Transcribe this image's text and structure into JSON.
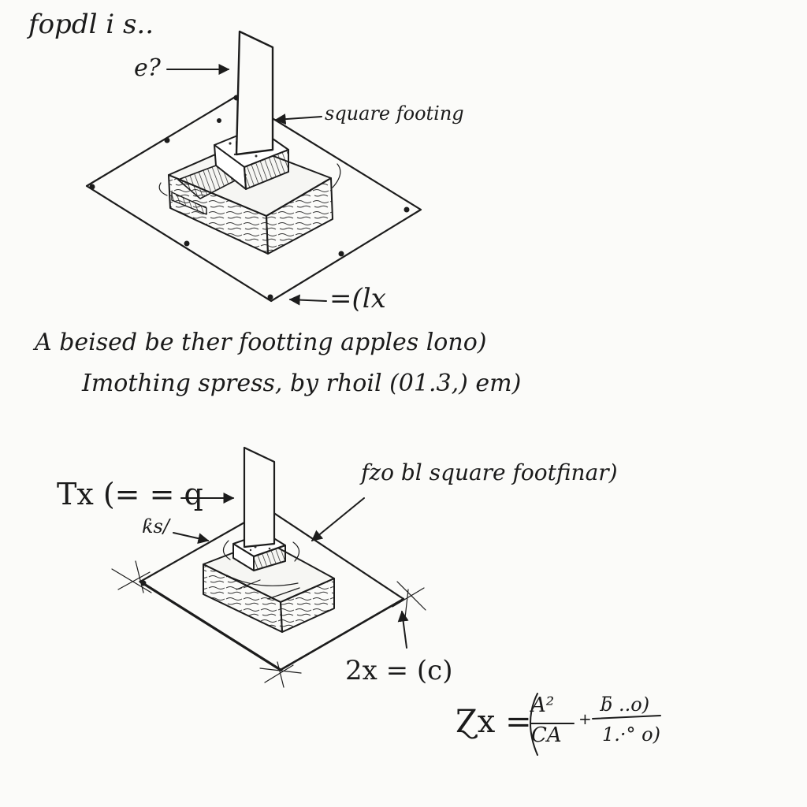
{
  "top_left_note": "fopdl i s..",
  "figure_1": {
    "column_label": "e?",
    "footing_label": "square footing",
    "dimension_label": "=(lx"
  },
  "caption": {
    "line_1": "A beised be ther footting apples lono)",
    "line_2": "Imothing spress, by rhoil (01.3,) eт)"
  },
  "figure_2": {
    "load_label": "Tx (= = q",
    "side_label": "ƙs/",
    "footing_label": "fzo bl square footfinar)",
    "dimension_label": "2x = (c)"
  },
  "formula": {
    "lhs": "Ɀx =",
    "frac1_num": "A²",
    "frac1_den": "CA",
    "operator": "+",
    "frac2_num": "ƃ ..o)",
    "frac2_den": "1.·° o)"
  }
}
